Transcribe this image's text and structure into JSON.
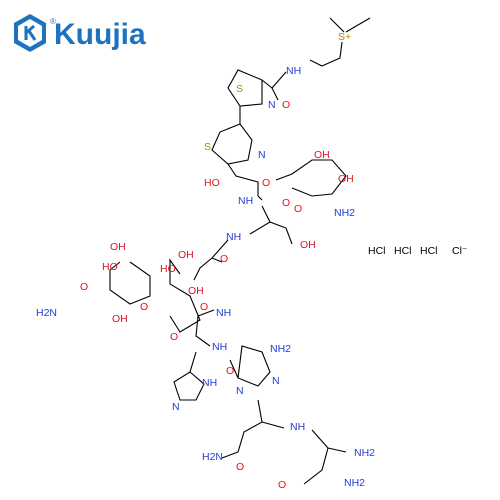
{
  "brand": {
    "name": "Kuujia",
    "registered": "®"
  },
  "molecule": {
    "atoms": {
      "s_plus": "S+",
      "nh": "NH",
      "o": "O",
      "oh": "OH",
      "ho": "HO",
      "n": "N",
      "s": "S",
      "nh2": "NH2",
      "h2n": "H2N",
      "ho2": "HO",
      "nhimid": "NH"
    },
    "salts": [
      "HCl",
      "HCl",
      "HCl",
      "Cl⁻"
    ]
  },
  "colors": {
    "brand": "#1e73be",
    "oxygen": "#e0141e",
    "nitrogen": "#1f3cd6",
    "sulfur": "#b8860b"
  }
}
